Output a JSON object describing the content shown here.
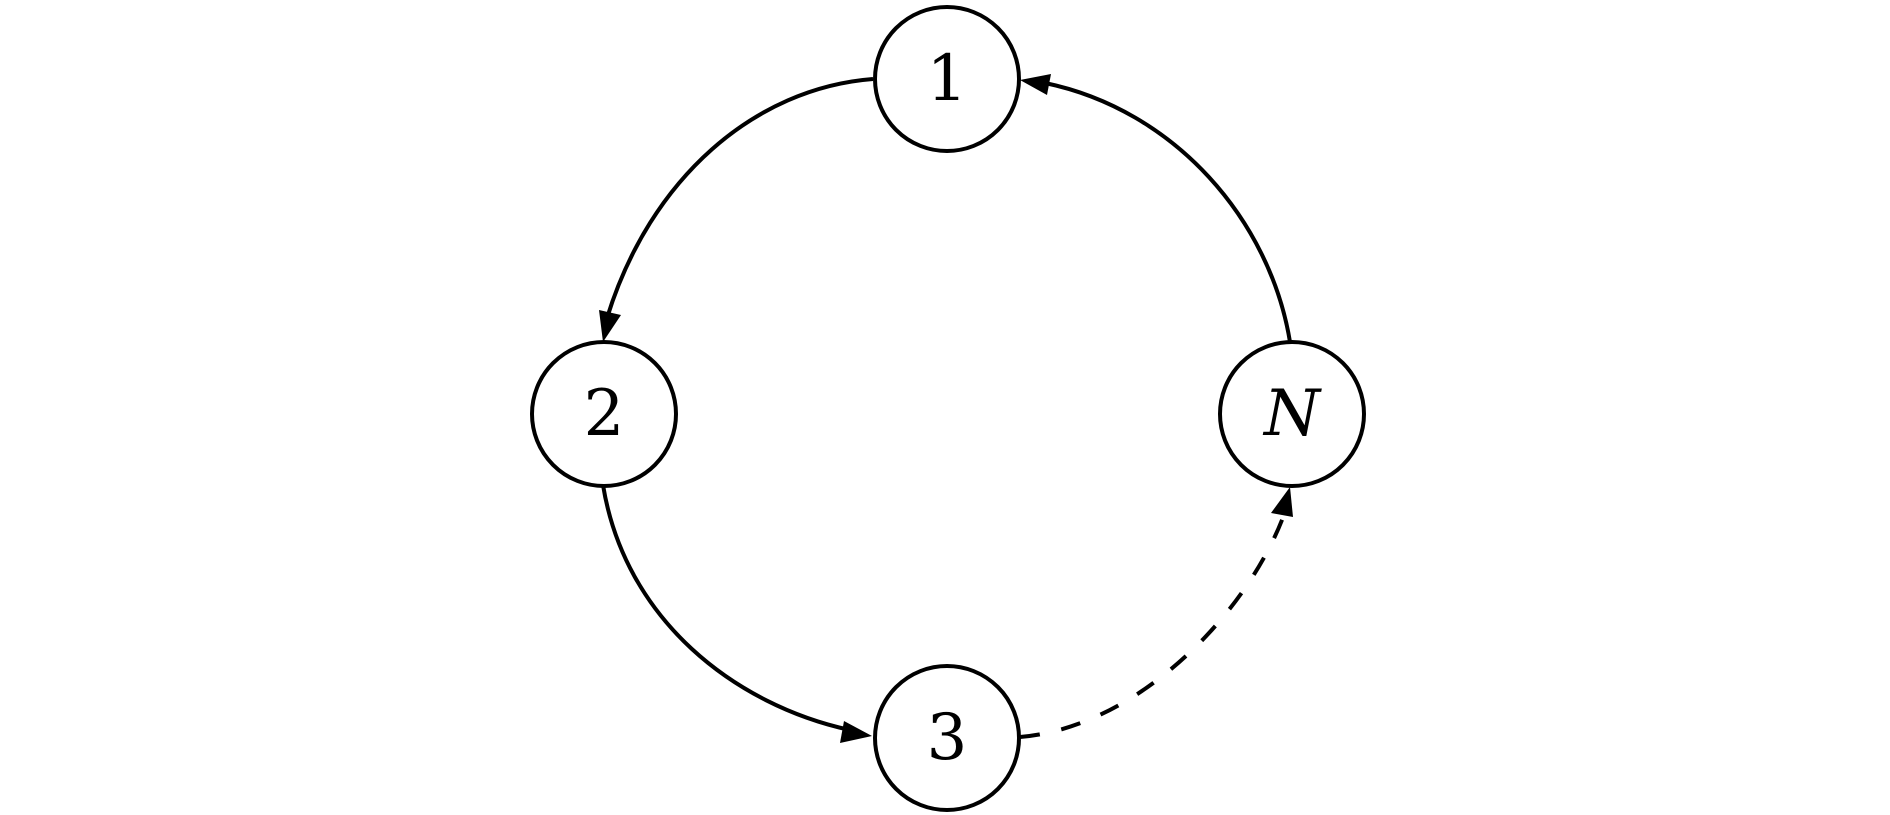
{
  "nodes": [
    {
      "id": "1",
      "label": "1",
      "italic": false
    },
    {
      "id": "2",
      "label": "2",
      "italic": false
    },
    {
      "id": "3",
      "label": "3",
      "italic": false
    },
    {
      "id": "N",
      "label": "N",
      "italic": true
    }
  ],
  "edges": [
    {
      "from": "1",
      "to": "2",
      "style": "solid"
    },
    {
      "from": "2",
      "to": "3",
      "style": "solid"
    },
    {
      "from": "3",
      "to": "N",
      "style": "dashed"
    },
    {
      "from": "N",
      "to": "1",
      "style": "solid"
    }
  ],
  "colors": {
    "stroke": "#000000",
    "background": "#ffffff"
  }
}
